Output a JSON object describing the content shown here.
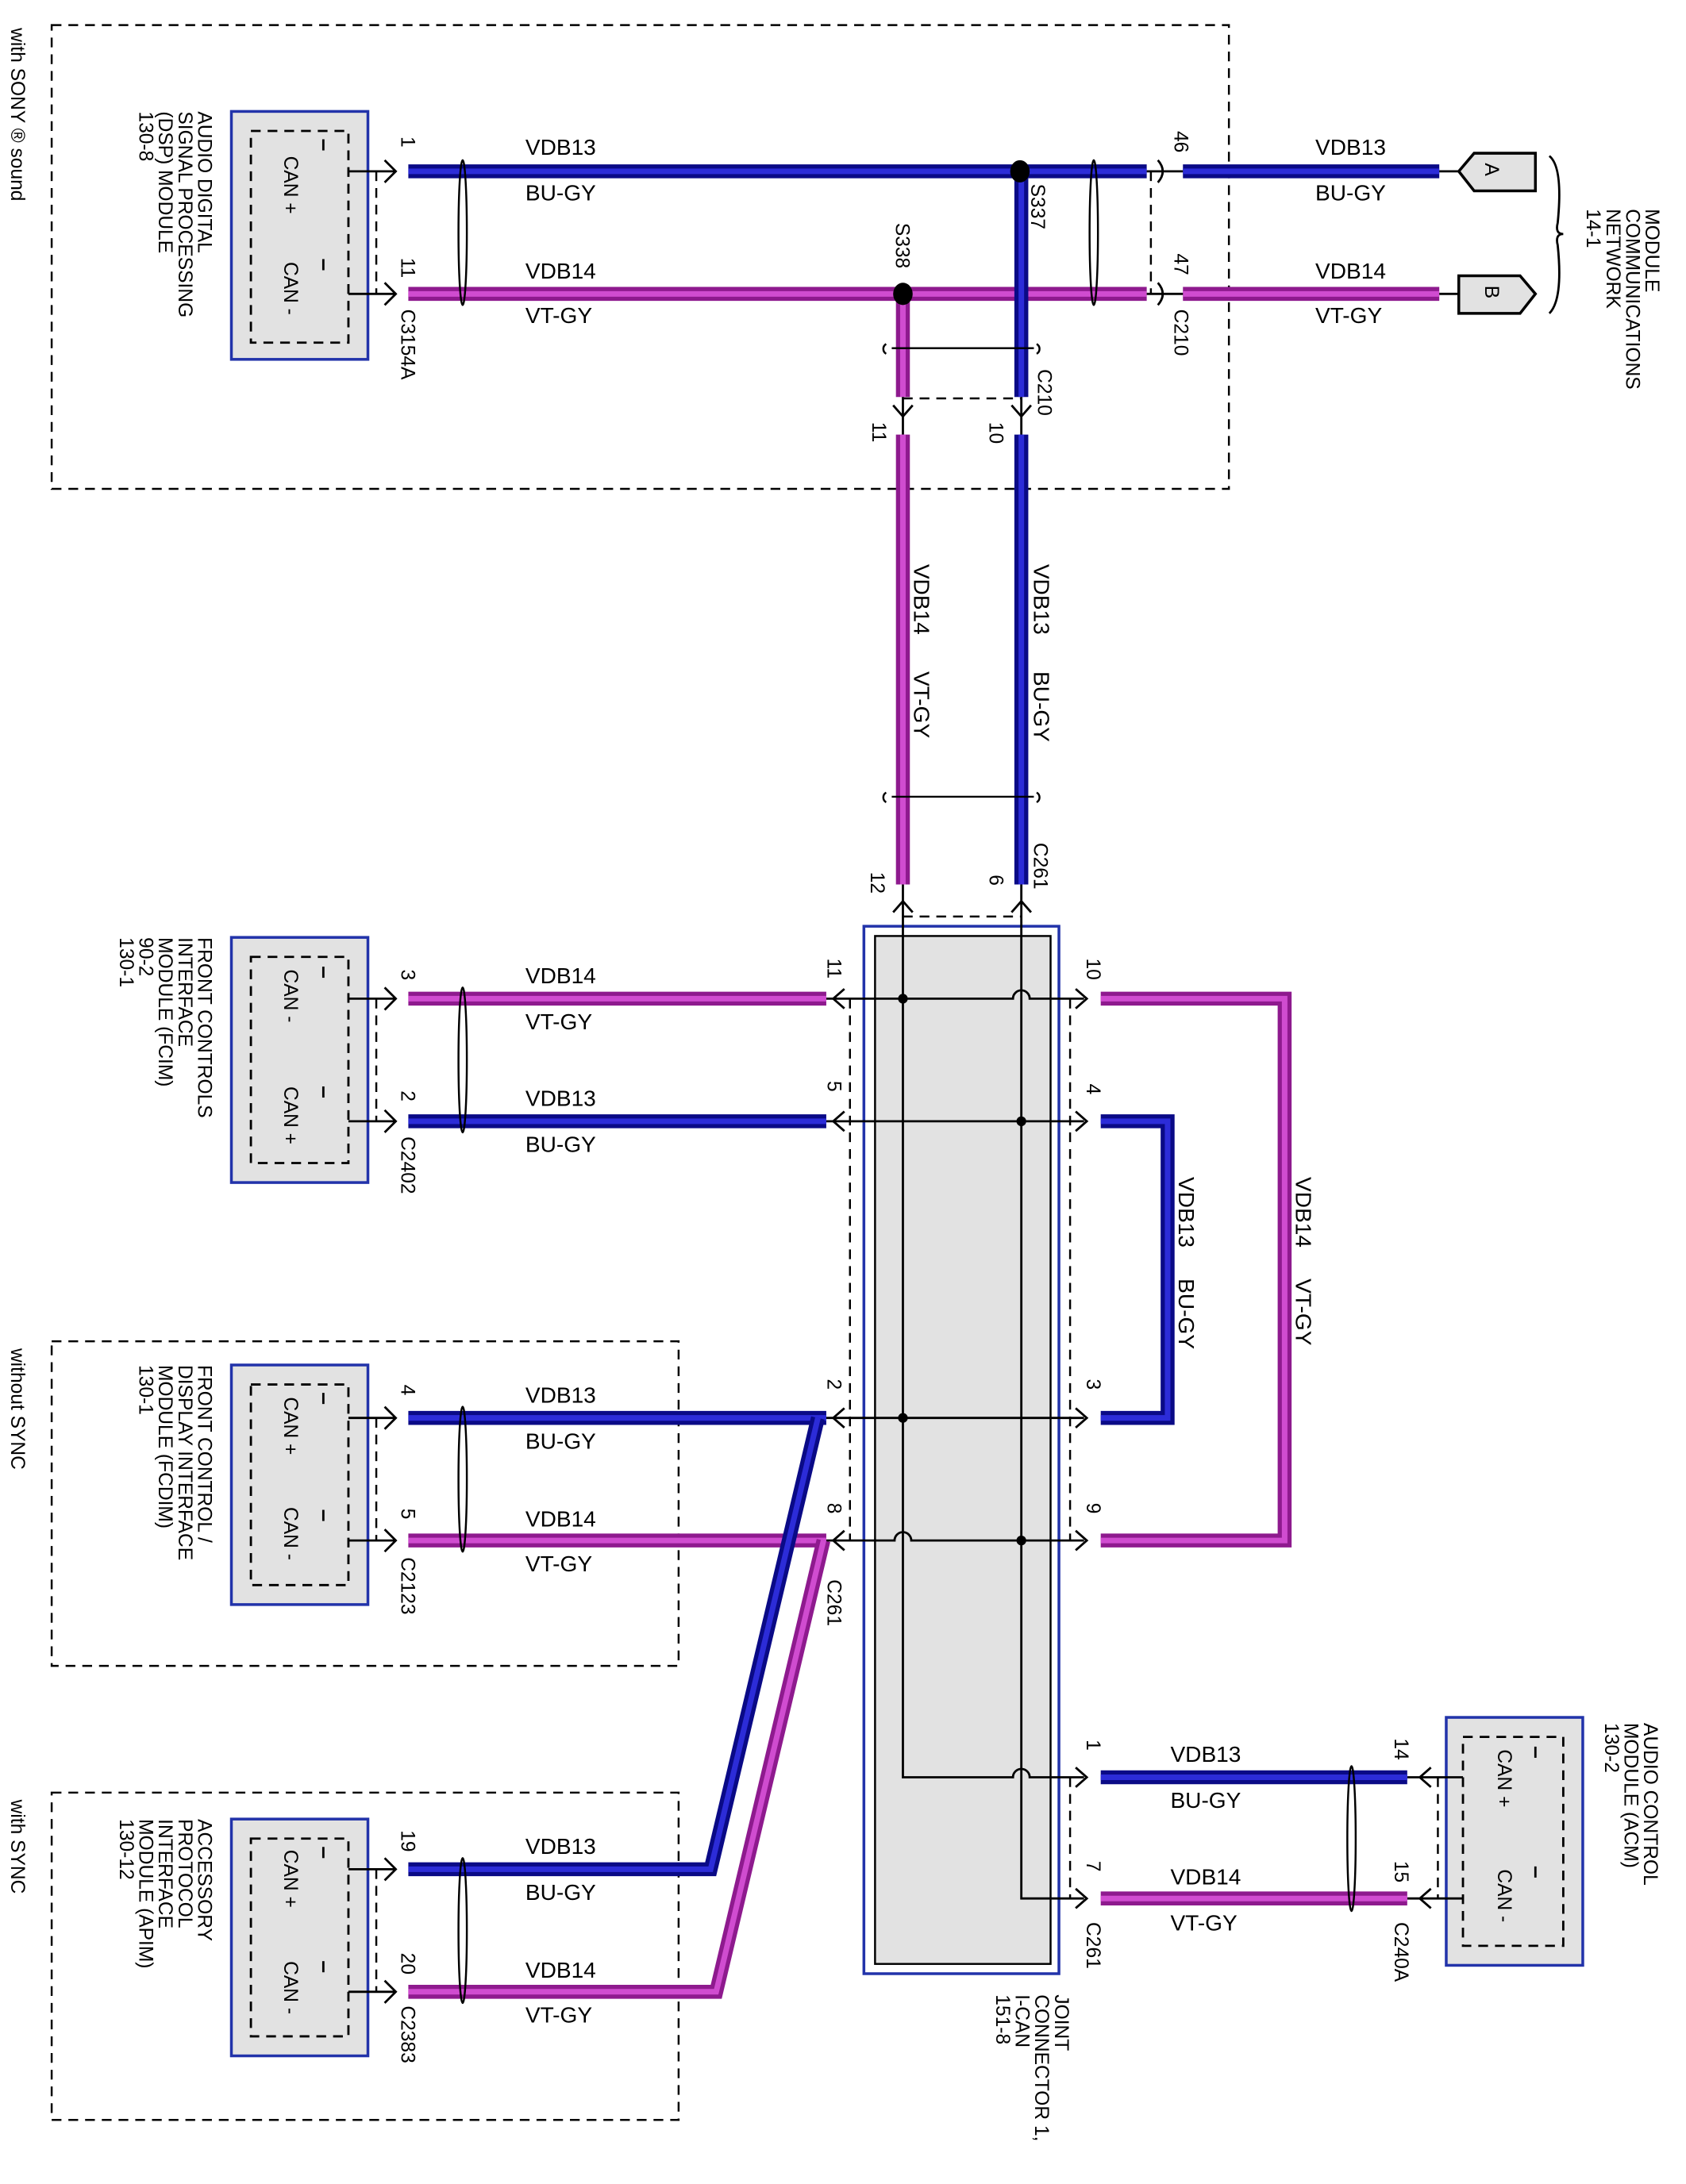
{
  "colors": {
    "vdb13_wire": "#1414a0",
    "vdb14_wire": "#a424a4",
    "module_fill": "#e2e2e2",
    "module_border": "#2233aa"
  },
  "sections": {
    "sony": "with SONY ® sound",
    "without_sync": "without SYNC",
    "with_sync": "with SYNC"
  },
  "wires": {
    "vdb13": "VDB13",
    "vdb14": "VDB14",
    "bu_gy": "BU-GY",
    "vt_gy": "VT-GY"
  },
  "pins": {
    "can_plus": "CAN +",
    "can_minus": "CAN -"
  },
  "modules": {
    "dsp": [
      "AUDIO DIGITAL",
      "SIGNAL PROCESSING",
      "(DSP) MODULE",
      "130-8"
    ],
    "fcim": [
      "FRONT CONTROLS",
      "INTERFACE",
      "MODULE (FCIM)",
      "90-2",
      "130-1"
    ],
    "fcdim": [
      "FRONT CONTROL /",
      "DISPLAY INTERFACE",
      "MODULE (FCDIM)",
      "130-1"
    ],
    "apim": [
      "ACCESSORY",
      "PROTOCOL",
      "INTERFACE",
      "MODULE (APIM)",
      "130-12"
    ],
    "acm": [
      "AUDIO CONTROL",
      "MODULE (ACM)",
      "130-2"
    ],
    "network": [
      "MODULE",
      "COMMUNICATIONS",
      "NETWORK",
      "14-1"
    ],
    "joint": [
      "JOINT",
      "CONNECTOR 1,",
      "I-CAN",
      "151-8"
    ]
  },
  "connectors": {
    "c3154a": {
      "name": "C3154A",
      "pins": [
        "1",
        "11"
      ]
    },
    "c210_top": {
      "name": "C210",
      "pins": [
        "46",
        "47"
      ]
    },
    "c210_down": {
      "name": "C210",
      "pins": [
        "10",
        "11"
      ]
    },
    "c261_top": {
      "name": "C261",
      "pins": [
        "6",
        "12"
      ]
    },
    "c2402": {
      "name": "C2402",
      "pins": [
        "3",
        "2"
      ]
    },
    "c2123": {
      "name": "C2123",
      "pins": [
        "4",
        "5"
      ]
    },
    "c2383": {
      "name": "C2383",
      "pins": [
        "19",
        "20"
      ]
    },
    "c240a": {
      "name": "C240A",
      "pins": [
        "14",
        "15"
      ]
    },
    "c261_left": {
      "name": "C261",
      "pins": [
        "11",
        "5",
        "2",
        "8"
      ]
    },
    "c261_right": {
      "name": "C261",
      "pins": [
        "10",
        "4",
        "3",
        "9",
        "1",
        "7"
      ]
    }
  },
  "splices": {
    "s337": "S337",
    "s338": "S338"
  },
  "offpage": {
    "a": "A",
    "b": "B"
  }
}
